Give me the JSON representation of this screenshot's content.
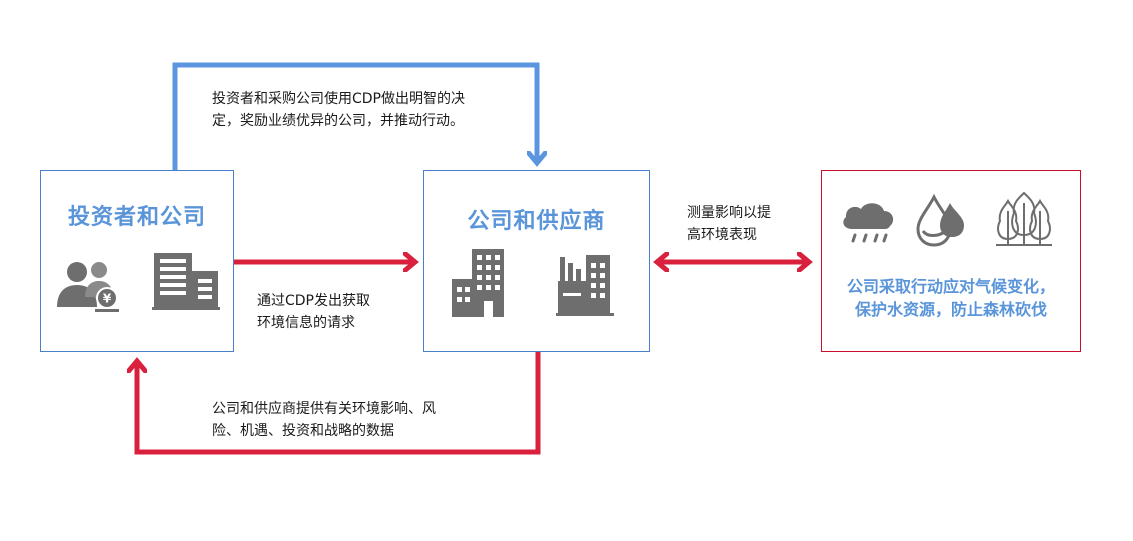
{
  "nodes": {
    "investors": {
      "title": "投资者和公司"
    },
    "suppliers": {
      "title": "公司和供应商"
    },
    "outcome": {
      "line1": "公司采取行动应对气候变化，",
      "line2": "保护水资源，防止森林砍伐"
    }
  },
  "edges": {
    "top": {
      "line1": "投资者和采购公司使用CDP做出明智的决",
      "line2": "定，奖励业绩优异的公司，并推动行动。"
    },
    "middle": {
      "line1": "通过CDP发出获取",
      "line2": "环境信息的请求"
    },
    "right": {
      "line1": "测量影响以提",
      "line2": "高环境表现"
    },
    "bottom": {
      "line1": "公司和供应商提供有关环境影响、风",
      "line2": "险、机遇、投资和战略的数据"
    }
  },
  "colors": {
    "blue_arrow": "#5b95e0",
    "red_arrow": "#d9203c",
    "title_blue": "#5b95d9",
    "icon_gray": "#6e6e6e"
  },
  "icons": [
    "investor-people-icon",
    "office-building-icon",
    "city-buildings-icon",
    "factory-icon",
    "rain-cloud-icon",
    "water-drop-icon",
    "forest-icon"
  ]
}
